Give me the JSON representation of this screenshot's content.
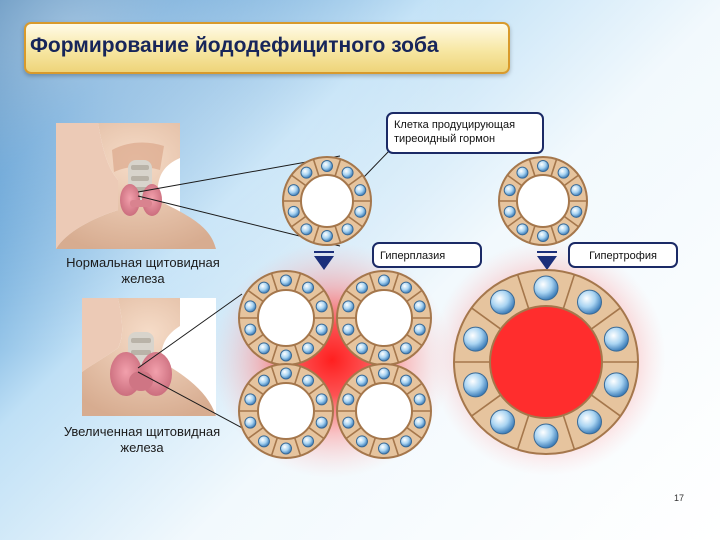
{
  "slide": {
    "title": "Формирование йододефицитного зоба",
    "page_number": "17"
  },
  "labels": {
    "normal_gland": "Нормальная щитовидная железа",
    "enlarged_gland": "Увеличенная щитовидная железа",
    "hormone_cell": "Клетка продуцирующая тиреоидный гормон",
    "hyperplasia": "Гиперплазия",
    "hypertrophy": "Гипертрофия"
  },
  "colors": {
    "title_border": "#d89a2c",
    "callout_border": "#1b2a66",
    "follicle_cell": "#e6c49e",
    "follicle_rim": "#a5774c",
    "nucleus": "#93c4ea",
    "glow": "#ff2a2a",
    "arrow": "#1c2f7a"
  },
  "icons": [
    "neck-normal-illustration",
    "neck-goiter-illustration",
    "down-arrow-icon",
    "follicle-ring-icon"
  ]
}
